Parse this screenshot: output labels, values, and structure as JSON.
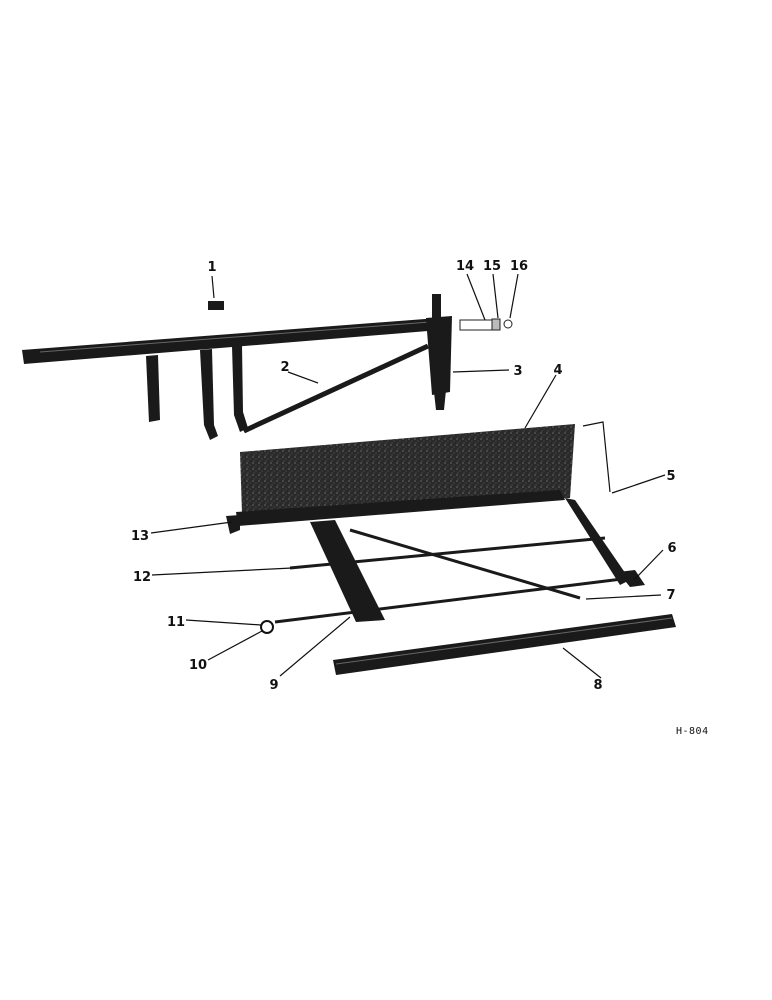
{
  "drawing": {
    "id": "H-804"
  },
  "callouts": [
    {
      "label": "1"
    },
    {
      "label": "2"
    },
    {
      "label": "3"
    },
    {
      "label": "4"
    },
    {
      "label": "5"
    },
    {
      "label": "6"
    },
    {
      "label": "7"
    },
    {
      "label": "8"
    },
    {
      "label": "9"
    },
    {
      "label": "10"
    },
    {
      "label": "11"
    },
    {
      "label": "12"
    },
    {
      "label": "13"
    },
    {
      "label": "14"
    },
    {
      "label": "15"
    },
    {
      "label": "16"
    }
  ]
}
